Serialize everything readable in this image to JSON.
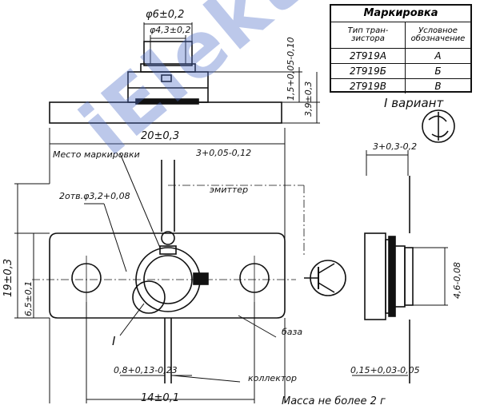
{
  "table": {
    "title": "Маркировка",
    "col1_header": "Тип тран-\nзистора",
    "col2_header": "Условное\nобозначение",
    "rows": [
      {
        "type": "2Т919А",
        "mark": "А"
      },
      {
        "type": "2Т919Б",
        "mark": "Б"
      },
      {
        "type": "2Т919В",
        "mark": "В"
      }
    ]
  },
  "variant_label": "I вариант",
  "dims": {
    "d6": "φ6±0,2",
    "d43": "φ4,3±0,2",
    "h15": "1,5+0,05-0,10",
    "h39": "3,9±0,3",
    "w20": "20±0,3",
    "w3": "3+0,05-0,12",
    "holes": "2отв.φ3,2+0,08",
    "h19": "19±0,3",
    "h65": "6,5±0,1",
    "lead_w": "0,8+0,13-0,23",
    "w14": "14±0,1",
    "side_3": "3+0,3-0,2",
    "side_46": "4,6-0,08",
    "side_015": "0,15+0,03-0,05"
  },
  "labels": {
    "marking_place": "Место маркировки",
    "emitter": "эмиттер",
    "base": "база",
    "collector": "коллектор",
    "roman_one": "I",
    "mass": "Масса не более 2 г"
  },
  "watermark": "iElekt.ru"
}
